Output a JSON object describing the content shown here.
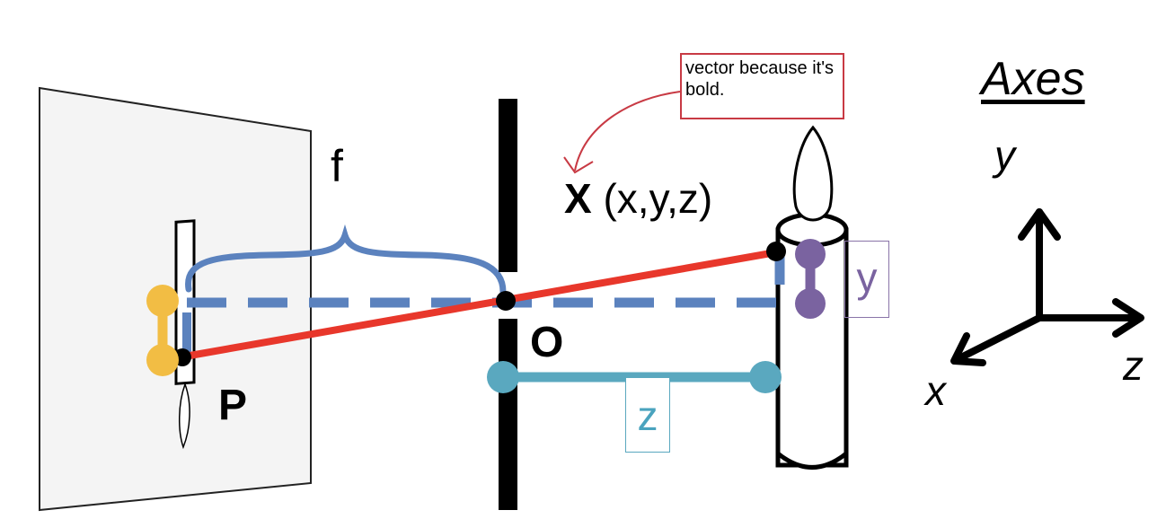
{
  "labels": {
    "focal_length": "f",
    "point_bold": "X",
    "point_coords": "(x,y,z)",
    "origin": "O",
    "image_point": "P",
    "y_dimension": "y",
    "z_dimension": "z"
  },
  "annotation": {
    "note": "vector because it's bold."
  },
  "axes": {
    "title": "Axes",
    "y": "y",
    "x": "x",
    "z": "z"
  },
  "colors": {
    "ray": "#e8372b",
    "dashed_projection": "#5b82be",
    "brace": "#5b82be",
    "image_dimension": "#f2bd44",
    "object_dimension": "#7a63a0",
    "depth": "#5aa8bf",
    "note_border": "#c83a44"
  }
}
